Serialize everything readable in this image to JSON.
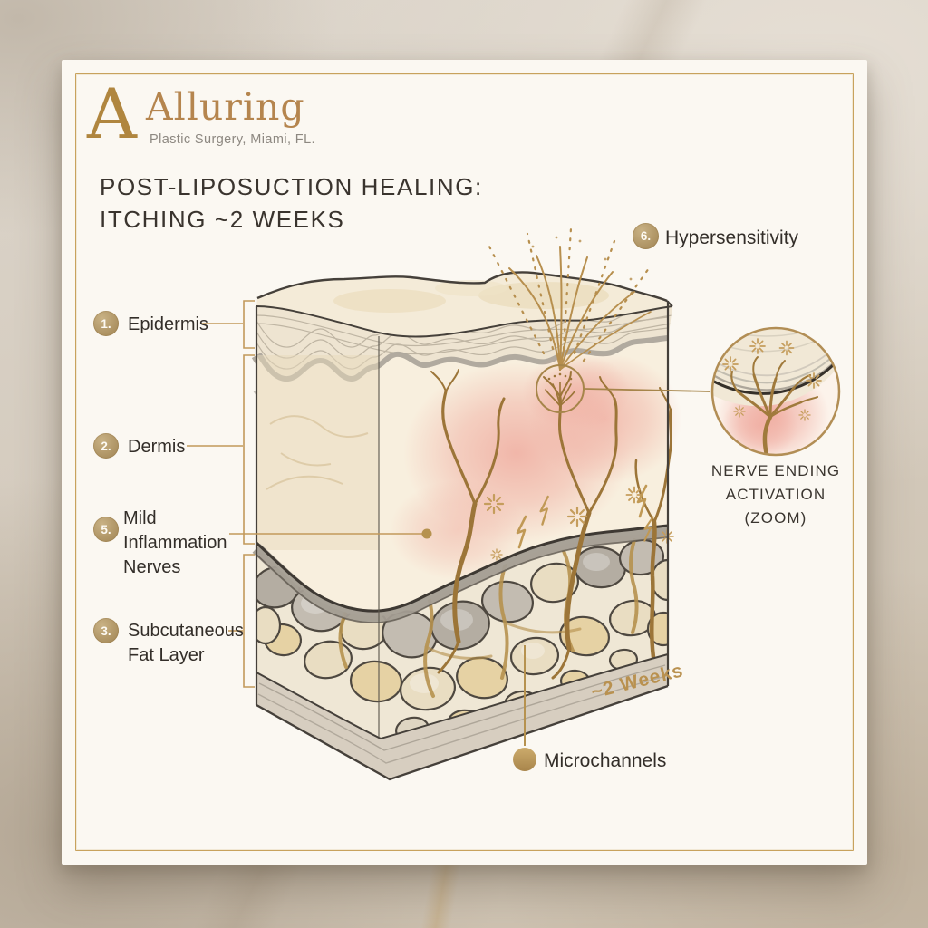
{
  "brand": {
    "monogram": "A",
    "name": "Alluring",
    "tagline": "Plastic Surgery, Miami, FL."
  },
  "title": {
    "line1": "POST-LIPOSUCTION HEALING:",
    "line2": "ITCHING ~2 WEEKS"
  },
  "callouts": {
    "epidermis": {
      "number": "1.",
      "label": "Epidermis"
    },
    "dermis": {
      "number": "2.",
      "label": "Dermis"
    },
    "mild_inflammation": {
      "number": "5.",
      "label_line1": "Mild",
      "label_line2": "Inflammation",
      "label_line3": "Nerves"
    },
    "subcutaneous": {
      "number": "3.",
      "label_line1": "Subcutaneous",
      "label_line2": "Fat Layer"
    },
    "hypersensitivity": {
      "number": "6.",
      "label": "Hypersensitivity"
    },
    "microchannels": {
      "label": "Microchannels"
    }
  },
  "annotations": {
    "duration": "~2 Weeks",
    "zoom_caption_line1": "NERVE ENDING",
    "zoom_caption_line2": "ACTIVATION",
    "zoom_caption_line3": "(ZOOM)"
  },
  "colors": {
    "gold_accent": "#b6924f",
    "badge_gold": "#b49a6b",
    "ink": "#39342e",
    "blush_pink": "#f0b0a4",
    "card_bg": "#fbf8f2"
  }
}
